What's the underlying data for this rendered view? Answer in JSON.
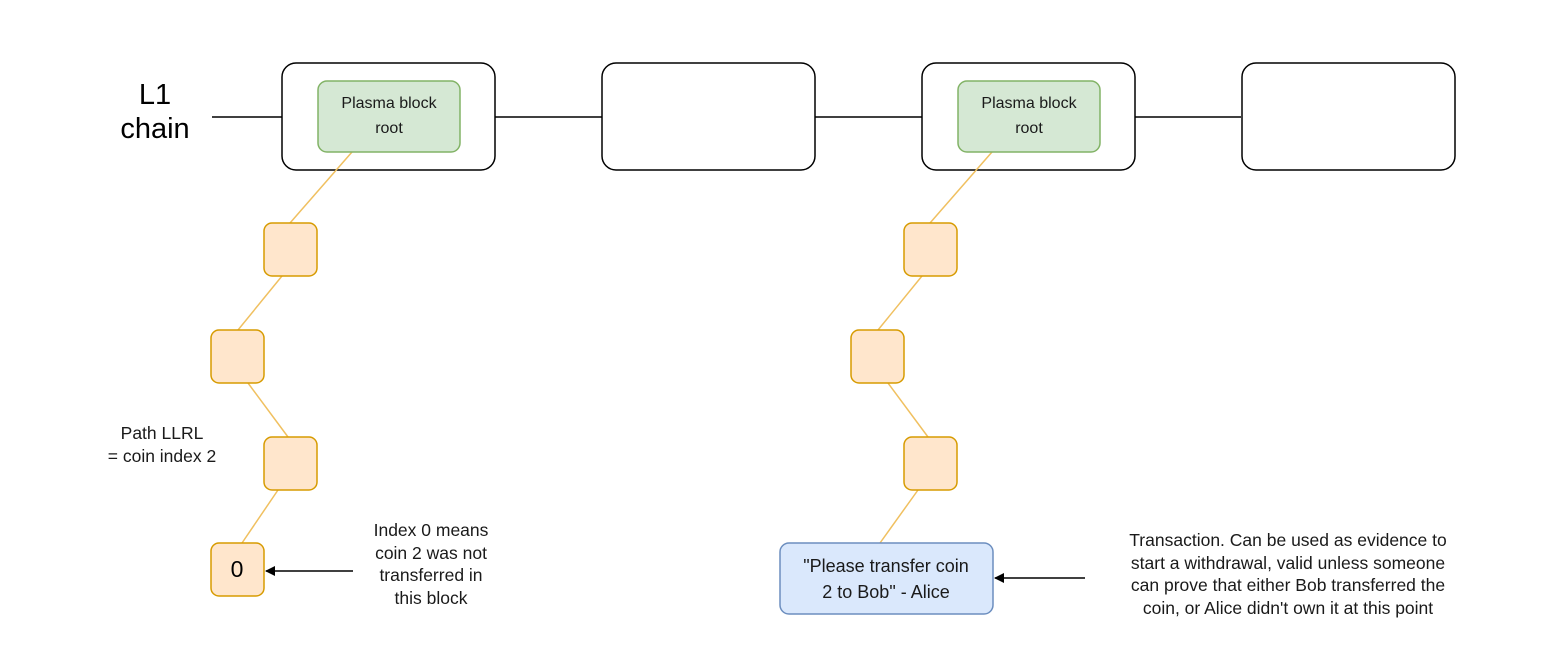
{
  "chain": {
    "label": "L1\nchain",
    "block_left_label": "Plasma block\nroot",
    "block_right_label": "Plasma block\nroot"
  },
  "left_path": {
    "path_note": "Path LLRL\n= coin index 2",
    "leaf_value": "0",
    "leaf_note": "Index 0 means\ncoin 2 was not\ntransferred in\nthis block"
  },
  "right_path": {
    "transaction_text": "\"Please transfer coin\n2 to Bob\" - Alice",
    "transaction_note": "Transaction. Can be used as evidence to\nstart a withdrawal, valid unless someone\ncan prove that either Bob transferred the\ncoin, or Alice didn't own it at this point"
  },
  "colors": {
    "root_fill": "#d5e8d4",
    "root_stroke": "#82b366",
    "node_fill": "#ffe6cc",
    "node_stroke": "#d79b00",
    "edge": "#f0c060",
    "tx_fill": "#dae8fc",
    "tx_stroke": "#6c8ebf"
  }
}
